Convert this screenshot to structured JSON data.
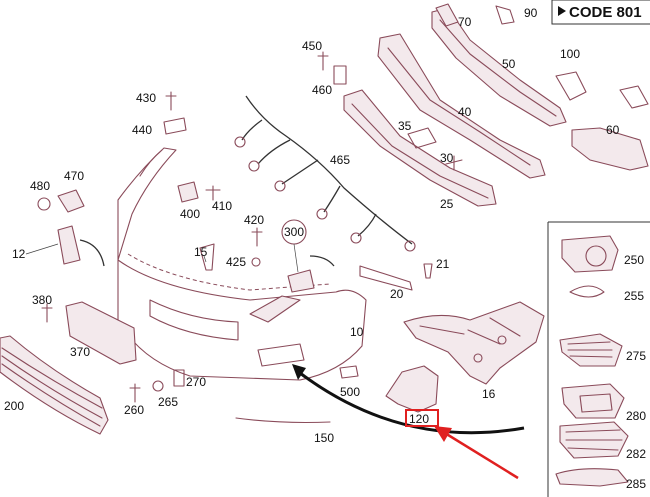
{
  "diagram": {
    "option_code": "CODE 801",
    "highlight_color": "#e02020",
    "line_color": "#8a4b5a",
    "callouts": {
      "p10": "10",
      "p12": "12",
      "p15": "15",
      "p16": "16",
      "p20": "20",
      "p21": "21",
      "p25": "25",
      "p30": "30",
      "p35": "35",
      "p40": "40",
      "p50": "50",
      "p60": "60",
      "p70": "70",
      "p90": "90",
      "p100": "100",
      "p120": "120",
      "p150": "150",
      "p200": "200",
      "p250": "250",
      "p255": "255",
      "p260": "260",
      "p265": "265",
      "p270": "270",
      "p275": "275",
      "p280": "280",
      "p282": "282",
      "p285": "285",
      "p300": "300",
      "p370": "370",
      "p380": "380",
      "p400": "400",
      "p410": "410",
      "p420": "420",
      "p425": "425",
      "p430": "430",
      "p440": "440",
      "p450": "450",
      "p460": "460",
      "p465": "465",
      "p470": "470",
      "p480": "480",
      "p500": "500"
    }
  }
}
